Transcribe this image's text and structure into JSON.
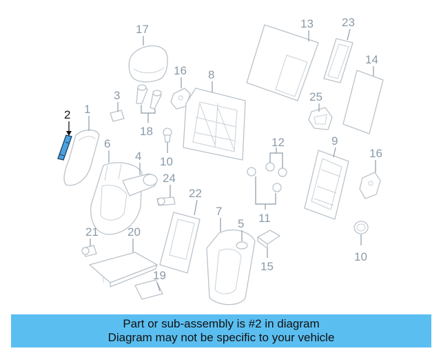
{
  "colors": {
    "highlight": "#4aa3df",
    "banner": "#5bbef0",
    "parts": "#b9c2ca",
    "labels": "#8a9aa8"
  },
  "highlighted_part": "2",
  "labels": {
    "p1": "1",
    "p2": "2",
    "p3": "3",
    "p4": "4",
    "p5": "5",
    "p6": "6",
    "p7": "7",
    "p8": "8",
    "p9": "9",
    "p10a": "10",
    "p10b": "10",
    "p11": "11",
    "p12": "12",
    "p13": "13",
    "p14": "14",
    "p15": "15",
    "p16a": "16",
    "p16b": "16",
    "p17": "17",
    "p18": "18",
    "p19": "19",
    "p20": "20",
    "p21": "21",
    "p22": "22",
    "p23": "23",
    "p24": "24",
    "p25": "25"
  },
  "banner": {
    "line1": "Part or sub-assembly is #2 in diagram",
    "line2": "Diagram may not be specific to your vehicle"
  }
}
